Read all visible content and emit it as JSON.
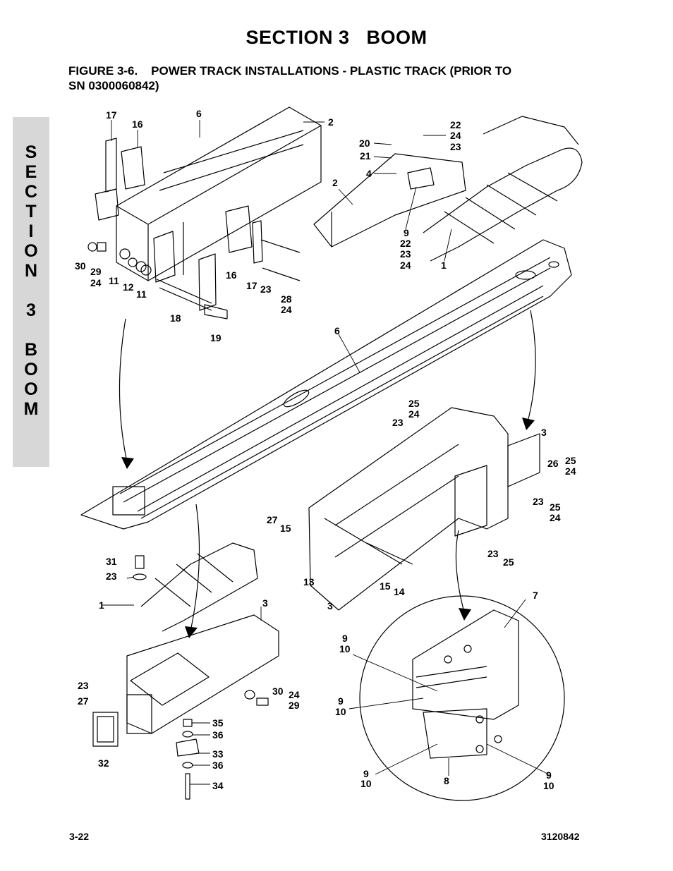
{
  "header": {
    "section_title": "SECTION 3   BOOM"
  },
  "figure": {
    "title_line1": "FIGURE 3-6.    POWER TRACK INSTALLATIONS - PLASTIC TRACK (PRIOR TO",
    "title_line2": "SN 0300060842)"
  },
  "side_tab": {
    "letters": [
      "S",
      "E",
      "C",
      "T",
      "I",
      "O",
      "N",
      "3",
      "B",
      "O",
      "O",
      "M"
    ]
  },
  "callouts": {
    "c17a": "17",
    "c16a": "16",
    "c6a": "6",
    "c2a": "2",
    "c22a": "22",
    "c24a": "24",
    "c20": "20",
    "c23a": "23",
    "c21": "21",
    "c4": "4",
    "c2b": "2",
    "c9a": "9",
    "c22b": "22",
    "c23b": "23",
    "c24b": "24",
    "c1a": "1",
    "c30a": "30",
    "c29a": "29",
    "c24c": "24",
    "c11a": "11",
    "c12": "12",
    "c11b": "11",
    "c16b": "16",
    "c17b": "17",
    "c23c": "23",
    "c28": "28",
    "c24d": "24",
    "c18": "18",
    "c19": "19",
    "c6b": "6",
    "c25a": "25",
    "c24e": "24",
    "c23d": "23",
    "c3a": "3",
    "c26": "26",
    "c25b": "25",
    "c24f": "24",
    "c27a": "27",
    "c15a": "15",
    "c23e": "23",
    "c25c": "25",
    "c24g": "24",
    "c23f": "23",
    "c25d": "25",
    "c31": "31",
    "c23g": "23",
    "c1b": "1",
    "c3b": "3",
    "c13": "13",
    "c15b": "15",
    "c14": "14",
    "c3c": "3",
    "c7": "7",
    "c9b": "9",
    "c10b": "10",
    "c23h": "23",
    "c27b": "27",
    "c30b": "30",
    "c24h": "24",
    "c29b": "29",
    "c9c": "9",
    "c10c": "10",
    "c32": "32",
    "c35": "35",
    "c36a": "36",
    "c33": "33",
    "c36b": "36",
    "c34": "34",
    "c9d": "9",
    "c10d": "10",
    "c8": "8",
    "c9e": "9",
    "c10e": "10"
  },
  "footer": {
    "page_number": "3-22",
    "doc_number": "3120842"
  }
}
